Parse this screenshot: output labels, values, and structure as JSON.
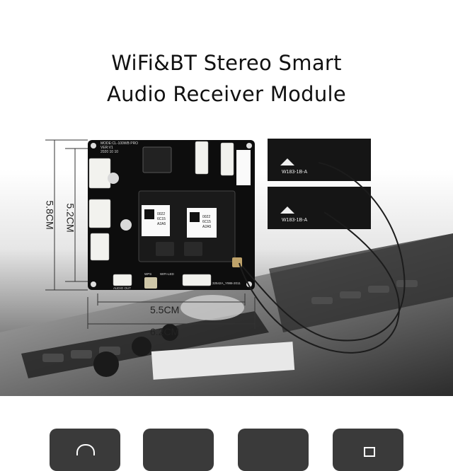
{
  "title": {
    "line1": "WiFi&BT Stereo Smart",
    "line2": "Audio Receiver Module"
  },
  "dimensions": {
    "outer_height": "5.8CM",
    "inner_height": "5.2CM",
    "inner_width": "5.5CM",
    "outer_width": "6.2CM"
  },
  "board": {
    "model_label": "MODE:CL-100WB PRO",
    "version_label": "VER:V1",
    "date_label": "2020 10 10",
    "chip_codes": [
      "0022",
      "6C15",
      "A2A5"
    ],
    "button_label": "WPS",
    "led_label": "WIFI-LED",
    "audio_label": "AUDIO OUT",
    "serial_label": "32542A_Y986-2011"
  },
  "antennas": [
    {
      "label": "W183-1B-A"
    },
    {
      "label": "W183-1B-A"
    }
  ],
  "colors": {
    "background": "#ffffff",
    "pcb": "#0d0d0d",
    "antenna": "#151515",
    "tiles": "#3a3a3a"
  }
}
